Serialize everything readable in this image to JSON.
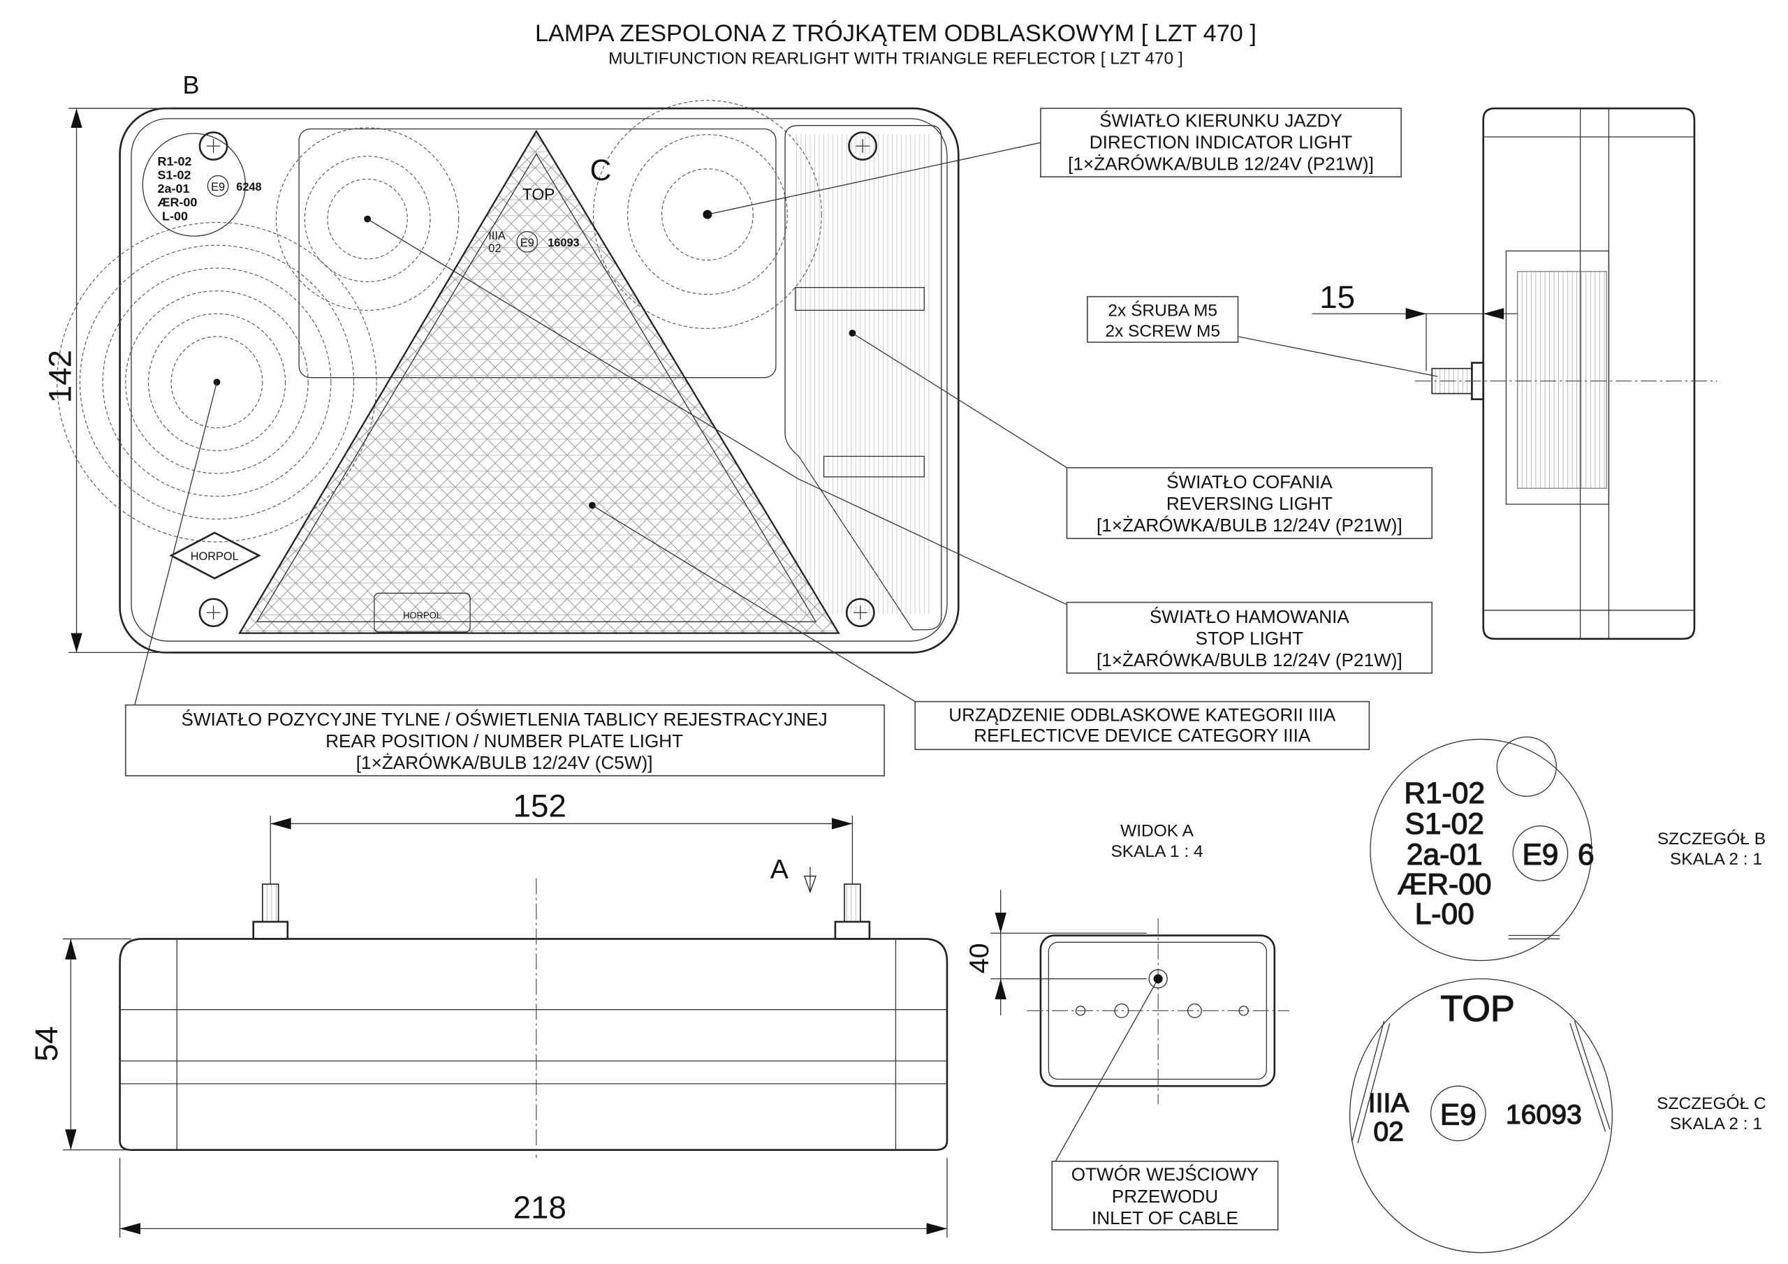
{
  "title": {
    "line1": "LAMPA ZESPOLONA Z TRÓJKĄTEM ODBLASKOWYM [ LZT 470 ]",
    "line2": "MULTIFUNCTION REARLIGHT WITH TRIANGLE REFLECTOR [ LZT 470 ]"
  },
  "front_view": {
    "detail_b_marker": "B",
    "detail_c_marker": "C",
    "height_dim": "142",
    "markings": [
      "R1-02",
      "S1-02",
      "2a-01",
      "ÆR-00",
      "L-00"
    ],
    "e_mark": "E9",
    "approval_b": "6248",
    "top_label": "TOP",
    "reflector_class": [
      "IIIA",
      "02"
    ],
    "approval_c": "16093",
    "logo": "HORPOL"
  },
  "callouts": {
    "direction": [
      "ŚWIATŁO KIERUNKU JAZDY",
      "DIRECTION INDICATOR LIGHT",
      "[1×ŻARÓWKA/BULB 12/24V (P21W)]"
    ],
    "screw": [
      "2x ŚRUBA M5",
      "2x SCREW M5"
    ],
    "reversing": [
      "ŚWIATŁO COFANIA",
      "REVERSING LIGHT",
      "[1×ŻARÓWKA/BULB 12/24V (P21W)]"
    ],
    "stop": [
      "ŚWIATŁO HAMOWANIA",
      "STOP LIGHT",
      "[1×ŻARÓWKA/BULB 12/24V (P21W)]"
    ],
    "position": [
      "ŚWIATŁO POZYCYJNE TYLNE / OŚWIETLENIA TABLICY REJESTRACYJNEJ",
      "REAR POSITION / NUMBER PLATE LIGHT",
      "[1×ŻARÓWKA/BULB 12/24V (C5W)]"
    ],
    "reflective": [
      "URZĄDZENIE ODBLASKOWE KATEGORII IIIA",
      "REFLECTICVE DEVICE CATEGORY IIIA"
    ],
    "inlet": [
      "OTWÓR WEJŚCIOWY",
      "PRZEWODU",
      "INLET OF CABLE"
    ]
  },
  "side_view": {
    "stud_dim": "15"
  },
  "bottom_view": {
    "stud_spacing": "152",
    "width_dim": "218",
    "depth_dim": "54",
    "view_marker": "A"
  },
  "view_a": {
    "title": "WIDOK A",
    "scale": "SKALA 1 : 4",
    "offset_dim": "40"
  },
  "detail_b": {
    "title": "SZCZEGÓŁ B",
    "scale": "SKALA 2 : 1",
    "markings": [
      "R1-02",
      "S1-02",
      "2a-01",
      "ÆR-00",
      "L-00"
    ],
    "e_mark": "E9",
    "partial_number": "6"
  },
  "detail_c": {
    "title": "SZCZEGÓŁ C",
    "scale": "SKALA 2 : 1",
    "top_label": "TOP",
    "class": [
      "IIIA",
      "02"
    ],
    "e_mark": "E9",
    "approval": "16093"
  }
}
